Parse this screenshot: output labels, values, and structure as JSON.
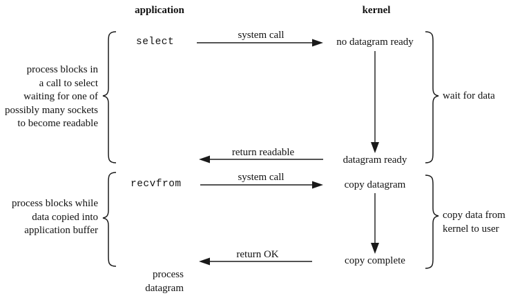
{
  "diagram": {
    "title_application": "application",
    "title_kernel": "kernel",
    "left_annotations": [
      {
        "id": "block-select",
        "text": "process blocks in\na call to select\nwaiting for one of\npossibly many sockets\nto become readable"
      },
      {
        "id": "block-copy",
        "text": "process blocks while\ndata copied into\napplication buffer"
      }
    ],
    "right_annotations": [
      {
        "id": "wait-for-data",
        "text": "wait for data"
      },
      {
        "id": "copy-data",
        "text": "copy data from\nkernel to user"
      }
    ],
    "application_steps": [
      {
        "id": "select",
        "label": "select",
        "style": "mono"
      },
      {
        "id": "recvfrom",
        "label": "recvfrom",
        "style": "mono"
      },
      {
        "id": "process-datagram",
        "label": "process\ndatagram",
        "style": "serif"
      }
    ],
    "kernel_steps": [
      {
        "id": "no-datagram-ready",
        "label": "no datagram ready"
      },
      {
        "id": "datagram-ready",
        "label": "datagram ready"
      },
      {
        "id": "copy-datagram",
        "label": "copy datagram"
      },
      {
        "id": "copy-complete",
        "label": "copy complete"
      }
    ],
    "arrows": [
      {
        "id": "syscall-select",
        "label": "system call",
        "direction": "right"
      },
      {
        "id": "return-readable",
        "label": "return readable",
        "direction": "left"
      },
      {
        "id": "syscall-recvfrom",
        "label": "system call",
        "direction": "right"
      },
      {
        "id": "return-ok",
        "label": "return OK",
        "direction": "left"
      }
    ],
    "colors": {
      "ink": "#1a1a1a",
      "background": "#ffffff"
    }
  }
}
